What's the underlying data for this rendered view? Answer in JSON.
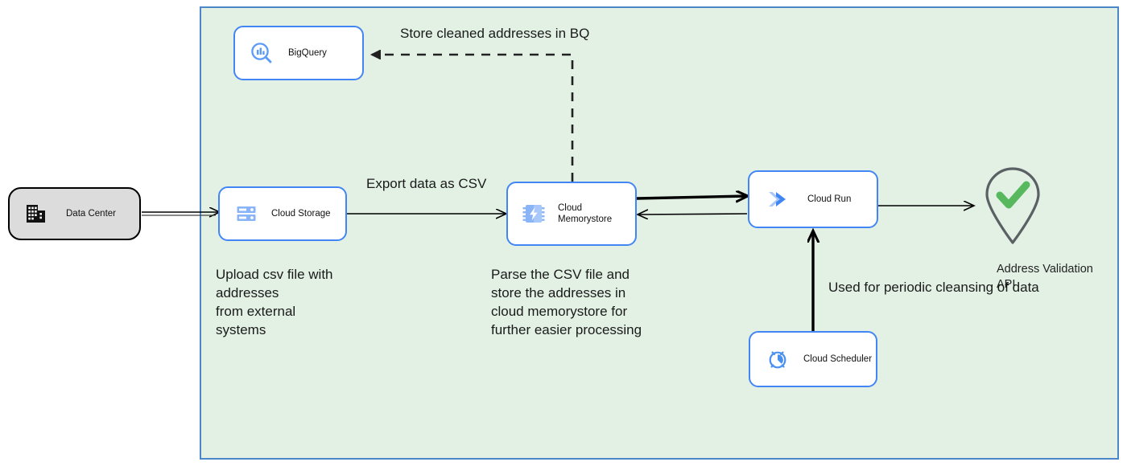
{
  "diagram": {
    "boundary": {
      "name": "google-cloud-boundary",
      "fill": "#e3f1e5",
      "stroke": "#4a86c8"
    },
    "colors": {
      "gcp_blue": "#4285f4",
      "icon_blue": "#5b9bf8",
      "boundary_fill": "#e3f1e5",
      "boundary_stroke": "#4a86c8",
      "onprem_fill": "#dcdcdc",
      "onprem_stroke": "#000000",
      "check_green": "#57b85d",
      "pin_gray": "#5a6063",
      "connector_black": "#000000"
    },
    "nodes": [
      {
        "id": "data-center",
        "label": "Data Center",
        "icon": "datacenter-building-icon"
      },
      {
        "id": "bigquery",
        "label": "BigQuery",
        "icon": "bigquery-magnifier-icon"
      },
      {
        "id": "cloud-storage",
        "label": "Cloud Storage",
        "icon": "cloud-storage-bucket-icon"
      },
      {
        "id": "cloud-memorystore",
        "label": "Cloud\nMemorystore",
        "icon": "memorystore-chip-icon"
      },
      {
        "id": "cloud-run",
        "label": "Cloud Run",
        "icon": "cloud-run-chevron-icon"
      },
      {
        "id": "cloud-scheduler",
        "label": "Cloud Scheduler",
        "icon": "cloud-scheduler-clock-icon"
      }
    ],
    "external": {
      "id": "address-validation-api",
      "label": "Address Validation\nAPI",
      "icon": "map-pin-check-icon"
    },
    "edge_labels": [
      {
        "id": "store-cleaned-bq",
        "text": "Store cleaned addresses in BQ"
      },
      {
        "id": "export-csv",
        "text": "Export data as CSV"
      },
      {
        "id": "periodic-cleansing",
        "text": "Used for periodic\ncleansing of data"
      }
    ],
    "notes": [
      {
        "id": "upload-note",
        "text": "Upload csv file with\naddresses\nfrom external\nsystems"
      },
      {
        "id": "parse-note",
        "text": "Parse the CSV file and\nstore the addresses in\ncloud  memorystore for\nfurther easier processing"
      }
    ]
  }
}
